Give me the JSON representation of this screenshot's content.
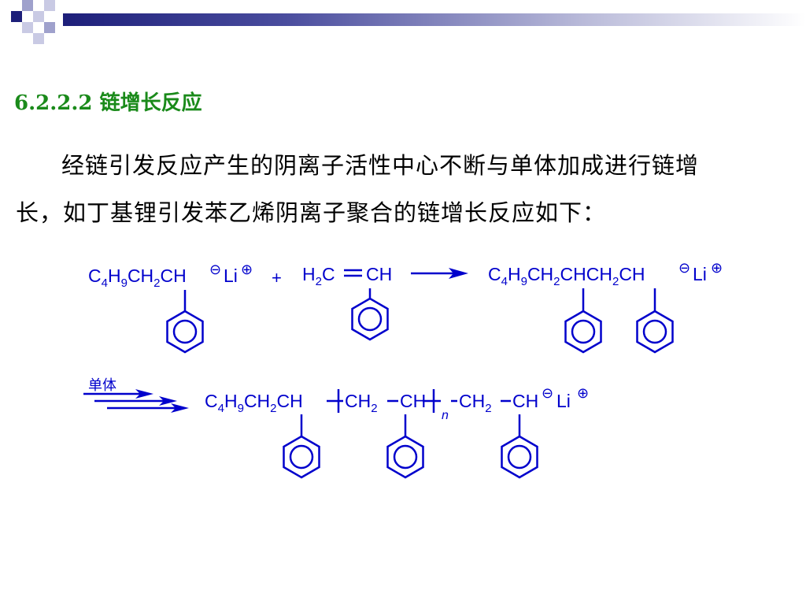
{
  "heading": {
    "number": "6.2.2.2",
    "text": "链增长反应"
  },
  "paragraph": {
    "line1": "经链引发反应产生的阴离子活性中心不断与单体加成进行链增",
    "line2": "长，如丁基锂引发苯乙烯阴离子聚合的链增长反应如下："
  },
  "reaction1": {
    "reactant": "C4H9CH2CH⊖Li⊕",
    "plus": "+",
    "monomer": "H2C═CH",
    "product": "C4H9CH2CHCH2CH⊖Li⊕"
  },
  "reaction2": {
    "arrow_label": "单体",
    "product": "C4H9CH2CH-[CH2-CH]n-CH2-CH⊖Li⊕",
    "repeat_subscript": "n"
  },
  "colors": {
    "heading": "#1a8a1a",
    "chemistry": "#0000cc",
    "banner": "#1d1f7a"
  }
}
